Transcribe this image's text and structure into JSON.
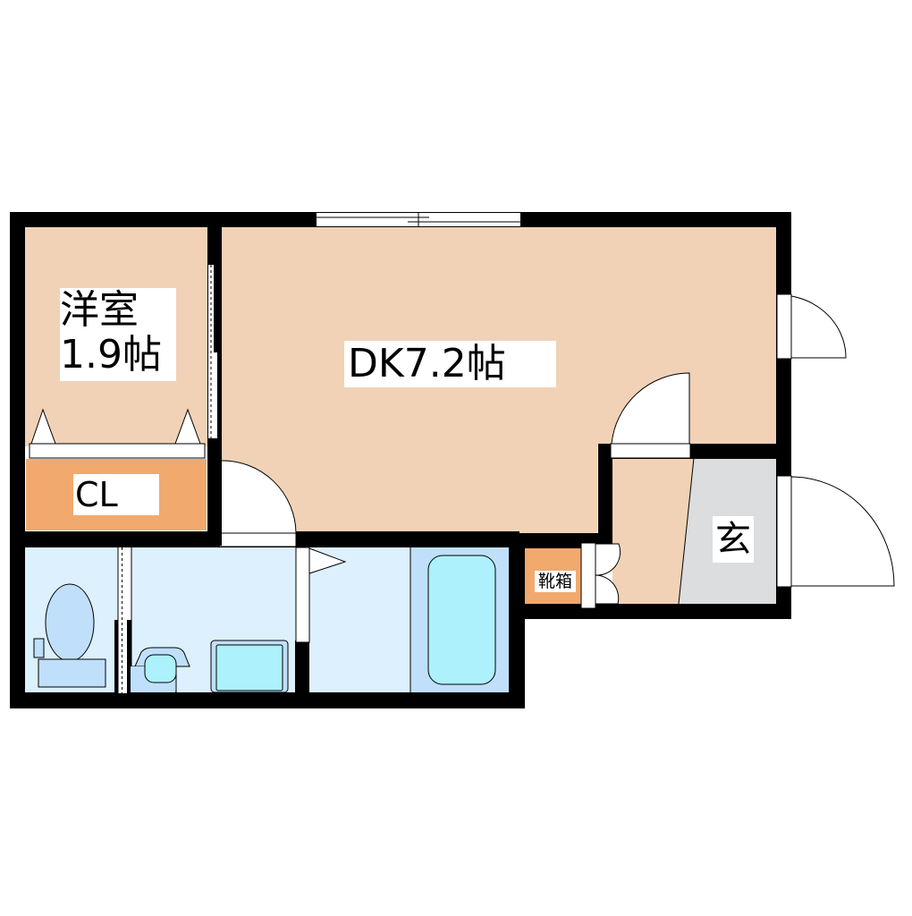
{
  "floor_plan": {
    "rooms": [
      {
        "id": "western-room",
        "label": "洋室\n1.9帖",
        "name": "洋室",
        "size": "1.9帖",
        "color": "#F1D2B6"
      },
      {
        "id": "dining-kitchen",
        "label": "DK7.2帖",
        "color": "#F1D2B6"
      },
      {
        "id": "closet",
        "label": "CL",
        "color": "#F2A96E"
      },
      {
        "id": "entrance",
        "label": "玄",
        "color": "#DCDDDF"
      },
      {
        "id": "shoe-cabinet",
        "label": "靴箱",
        "color": "#F2A96E"
      },
      {
        "id": "toilet",
        "label": "",
        "color": "#DDF0FD"
      },
      {
        "id": "washroom",
        "label": "",
        "color": "#DDF0FD"
      },
      {
        "id": "bathroom",
        "label": "",
        "color": "#DDF0FD"
      }
    ],
    "labels": {
      "western_room_line1": "洋室",
      "western_room_line2": "1.9帖",
      "dk": "DK7.2帖",
      "closet": "CL",
      "entrance": "玄",
      "shoe_cabinet": "靴箱"
    },
    "colors": {
      "wall": "#000000",
      "room_floor": "#F1D2B6",
      "storage": "#F2A96E",
      "entrance_floor": "#DCDDDF",
      "wet_area": "#DDF0FD",
      "fixture": "#BFDFFB",
      "fixture_water": "#ACF1FB",
      "opening": "#FFFFFF"
    }
  }
}
